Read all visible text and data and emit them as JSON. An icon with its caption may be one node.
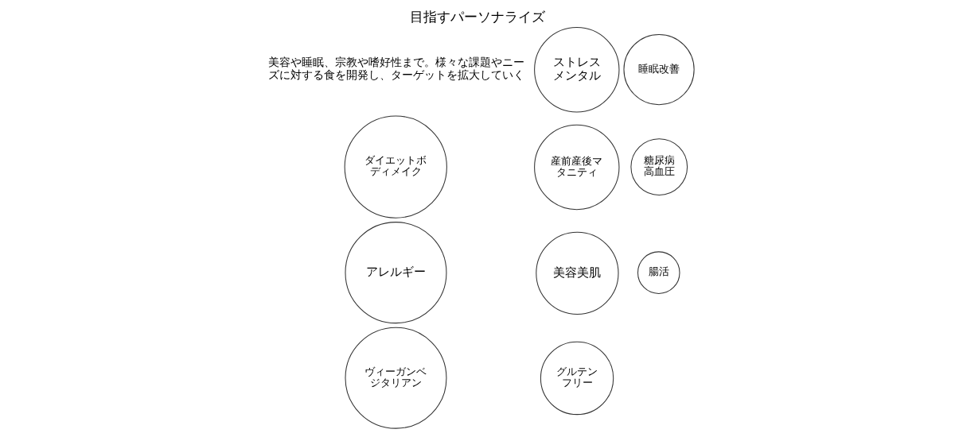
{
  "diagram": {
    "title": "目指すパーソナライズ",
    "nodes": [
      {
        "text": [
          "睡眠改善"
        ]
      },
      {
        "text": [
          "アレルギー"
        ]
      },
      {
        "text": [
          "糖尿病高血圧"
        ]
      },
      {
        "text": [
          "ヴィーガンベジタリアン"
        ]
      },
      {
        "text": [
          "グルテンフリー"
        ]
      },
      {
        "text": [
          "ダイエットボディメイク"
        ]
      },
      {
        "text": [
          "美容美肌"
        ]
      },
      {
        "text": [
          "ストレスメンタル"
        ]
      },
      {
        "text": [
          "腸活"
        ]
      },
      {
        "text": [
          "産前産後マタニティ"
        ]
      }
    ],
    "labels": [
      "美容や睡眠、宗教や嗜好性まで。様々な課題やニーズに対する食を開発し、ターゲットを拡大していく"
    ]
  }
}
